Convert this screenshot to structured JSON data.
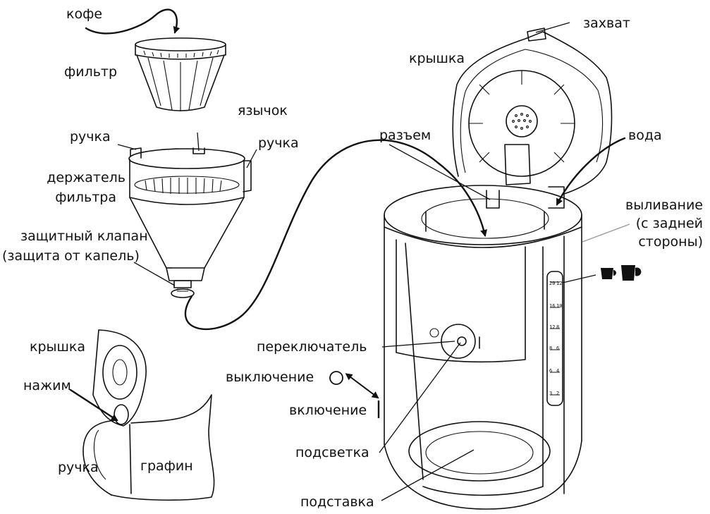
{
  "labels": {
    "coffee": "кофе",
    "filter": "фильтр",
    "tongue": "язычок",
    "handle_left": "ручка",
    "handle_right": "ручка",
    "holder_line1": "держатель",
    "holder_line2": "фильтра",
    "valve_line1": "защитный клапан",
    "valve_line2": "(защита от капель)",
    "lid_top": "крышка",
    "catch": "захват",
    "connector": "разъем",
    "water": "вода",
    "pour_line1": "выливание",
    "pour_line2": "(с задней",
    "pour_line3": "стороны)",
    "switch": "переключатель",
    "off": "выключение",
    "on": "включение",
    "backlight": "подсветка",
    "stand": "подставка",
    "jug_lid": "крышка",
    "press": "нажим",
    "jug_handle": "ручка",
    "carafe": "графин"
  },
  "scale": {
    "cups_small": [
      "2",
      "4",
      "6",
      "8",
      "10",
      "12"
    ],
    "cups_large": [
      "3",
      "6",
      "8",
      "12",
      "16",
      "20"
    ]
  },
  "icons": [
    "small-cup-icon",
    "large-cup-icon",
    "off-circle-icon",
    "on-bar-icon",
    "double-arrow-icon"
  ]
}
